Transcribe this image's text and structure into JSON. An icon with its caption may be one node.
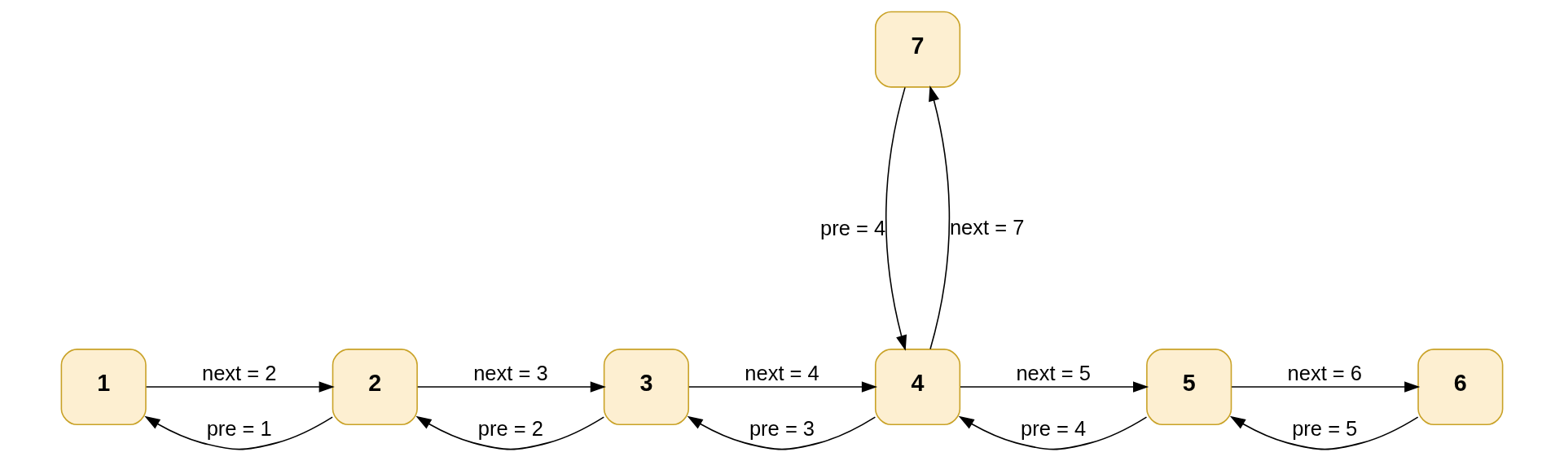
{
  "diagram": {
    "nodes": [
      {
        "text": [
          "1"
        ]
      },
      {
        "text": [
          "2"
        ]
      },
      {
        "text": [
          "3"
        ]
      },
      {
        "text": [
          "4"
        ]
      },
      {
        "text": [
          "5"
        ]
      },
      {
        "text": [
          "6"
        ]
      },
      {
        "text": [
          "7"
        ]
      }
    ],
    "edges": [
      {
        "from": 0,
        "to": 1,
        "arrow": "to",
        "label": "next = 2"
      },
      {
        "from": 1,
        "to": 0,
        "arrow": "to",
        "label": "pre = 1"
      },
      {
        "from": 1,
        "to": 2,
        "arrow": "to",
        "label": "next = 3"
      },
      {
        "from": 2,
        "to": 1,
        "arrow": "to",
        "label": "pre = 2"
      },
      {
        "from": 2,
        "to": 3,
        "arrow": "to",
        "label": "next = 4"
      },
      {
        "from": 3,
        "to": 2,
        "arrow": "to",
        "label": "pre = 3"
      },
      {
        "from": 3,
        "to": 4,
        "arrow": "to",
        "label": "next = 5"
      },
      {
        "from": 4,
        "to": 3,
        "arrow": "to",
        "label": "pre = 4"
      },
      {
        "from": 4,
        "to": 5,
        "arrow": "to",
        "label": "next = 6"
      },
      {
        "from": 5,
        "to": 4,
        "arrow": "to",
        "label": "pre = 5"
      },
      {
        "from": 3,
        "to": 6,
        "arrow": "to",
        "label": "next = 7"
      },
      {
        "from": 6,
        "to": 3,
        "arrow": "to",
        "label": "pre = 4"
      }
    ]
  }
}
